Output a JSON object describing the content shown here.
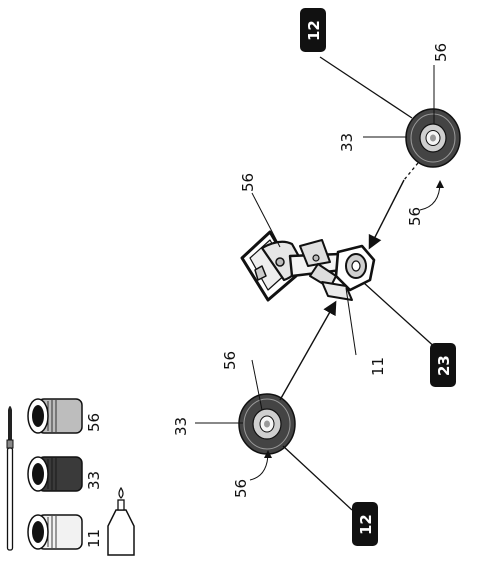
{
  "instruction_step": {
    "paints": [
      {
        "code": "11",
        "tone": "#f2f2f2"
      },
      {
        "code": "33",
        "tone": "#3a3a3a"
      },
      {
        "code": "56",
        "tone": "#bdbdbd"
      }
    ],
    "tools": {
      "brush_icon": "paintbrush-icon",
      "glue_icon": "glue-tube-icon"
    },
    "left_wheel": {
      "hub_code": "56",
      "tire_code": "33",
      "part_number": "12",
      "direction_code": "56"
    },
    "right_wheel": {
      "hub_code": "56",
      "tire_code": "33",
      "part_number": "12",
      "direction_code": "56"
    },
    "landing_gear": {
      "top_code": "56",
      "strut_code": "11",
      "part_number": "23"
    }
  }
}
